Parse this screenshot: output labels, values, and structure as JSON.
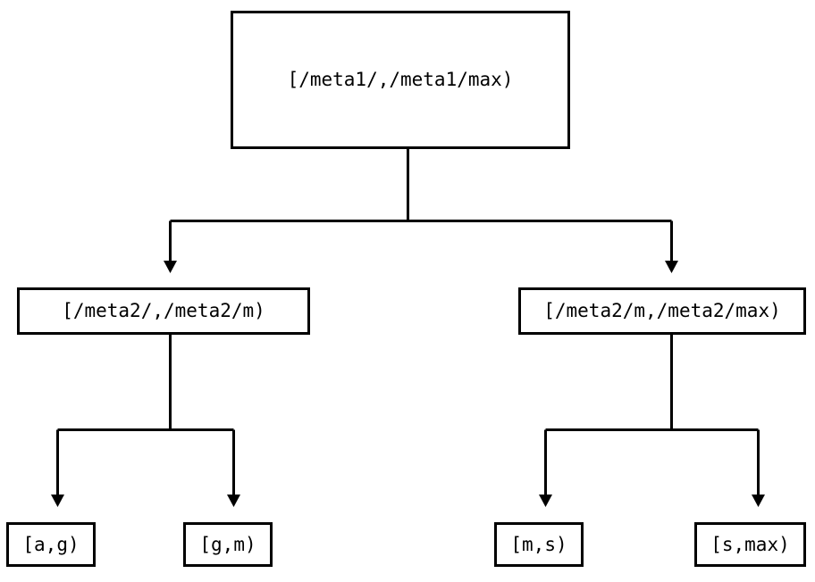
{
  "diagram": {
    "type": "tree",
    "title": "",
    "background_color": "#ffffff",
    "line_color": "#000000",
    "text_color": "#000000",
    "nodes": {
      "root": {
        "label": "[/meta1/,/meta1/max)",
        "level": 0
      },
      "mid_left": {
        "label": "[/meta2/,/meta2/m)",
        "level": 1
      },
      "mid_right": {
        "label": "[/meta2/m,/meta2/max)",
        "level": 1
      },
      "leaf_1": {
        "label": "[a,g)",
        "level": 2
      },
      "leaf_2": {
        "label": "[g,m)",
        "level": 2
      },
      "leaf_3": {
        "label": "[m,s)",
        "level": 2
      },
      "leaf_4": {
        "label": "[s,max)",
        "level": 2
      }
    },
    "edges": [
      {
        "from": "root",
        "to": "mid_left",
        "arrow": "down"
      },
      {
        "from": "root",
        "to": "mid_right",
        "arrow": "down"
      },
      {
        "from": "mid_left",
        "to": "leaf_1",
        "arrow": "down"
      },
      {
        "from": "mid_left",
        "to": "leaf_2",
        "arrow": "down"
      },
      {
        "from": "mid_right",
        "to": "leaf_3",
        "arrow": "down"
      },
      {
        "from": "mid_right",
        "to": "leaf_4",
        "arrow": "down"
      }
    ]
  }
}
